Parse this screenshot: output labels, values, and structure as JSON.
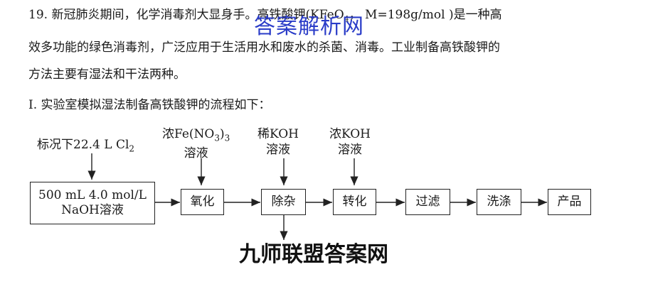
{
  "question": {
    "line1_prefix": "19. 新冠肺炎期间，化学消毒剂大显身手。高铁酸钾(K",
    "line1_suffix": "FeO",
    "line1_sub4": "4",
    "line1_mass": "，  M=198g/mol )是一种高",
    "line2": "效多功能的绿色消毒剂，广泛应用于生活用水和废水的杀菌、消毒。工业制备高铁酸钾的",
    "line3": "方法主要有湿法和干法两种。",
    "line4": "I. 实验室模拟湿法制备高铁酸钾的流程如下："
  },
  "flow": {
    "cl2": {
      "text": "标况下22.4 L Cl",
      "sub": "2"
    },
    "fe": {
      "pre": "浓Fe(NO",
      "sub": "3",
      "post": ")",
      "sub2": "3",
      "line2": "溶液"
    },
    "dilute_koh": {
      "line1": "稀KOH",
      "line2": "溶液"
    },
    "conc_koh": {
      "line1": "浓KOH",
      "line2": "溶液"
    },
    "boxes": {
      "naoh_line1": "500 mL 4.0 mol/L",
      "naoh_line2": "NaOH溶液",
      "oxidize": "氧化",
      "remove": "除杂",
      "convert": "转化",
      "filter": "过滤",
      "wash": "洗涤",
      "product": "产品"
    }
  },
  "watermarks": {
    "top": "答案解析网",
    "bottom": "九师联盟答案网"
  }
}
